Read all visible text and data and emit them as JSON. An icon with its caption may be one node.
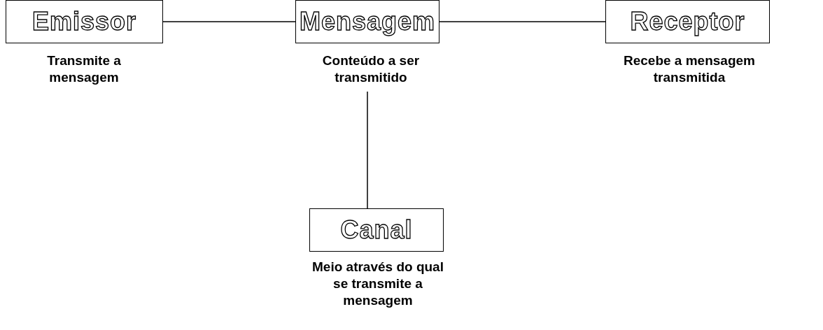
{
  "diagram": {
    "nodes": [
      {
        "text": [
          "Emissor"
        ],
        "beside": [
          "Transmite a mensagem"
        ]
      },
      {
        "text": [
          "Mensagem"
        ],
        "beside": [
          "Conteúdo a ser transmitido"
        ]
      },
      {
        "text": [
          "Receptor"
        ],
        "beside": [
          "Recebe a mensagem transmitida"
        ]
      },
      {
        "text": [
          "Canal"
        ],
        "beside": [
          "Meio através do qual se transmite a mensagem"
        ]
      }
    ],
    "edges": [
      {
        "from": 0,
        "to": 1,
        "arrow": "none"
      },
      {
        "from": 1,
        "to": 2,
        "arrow": "none"
      },
      {
        "from": 1,
        "to": 3,
        "arrow": "none"
      }
    ]
  }
}
